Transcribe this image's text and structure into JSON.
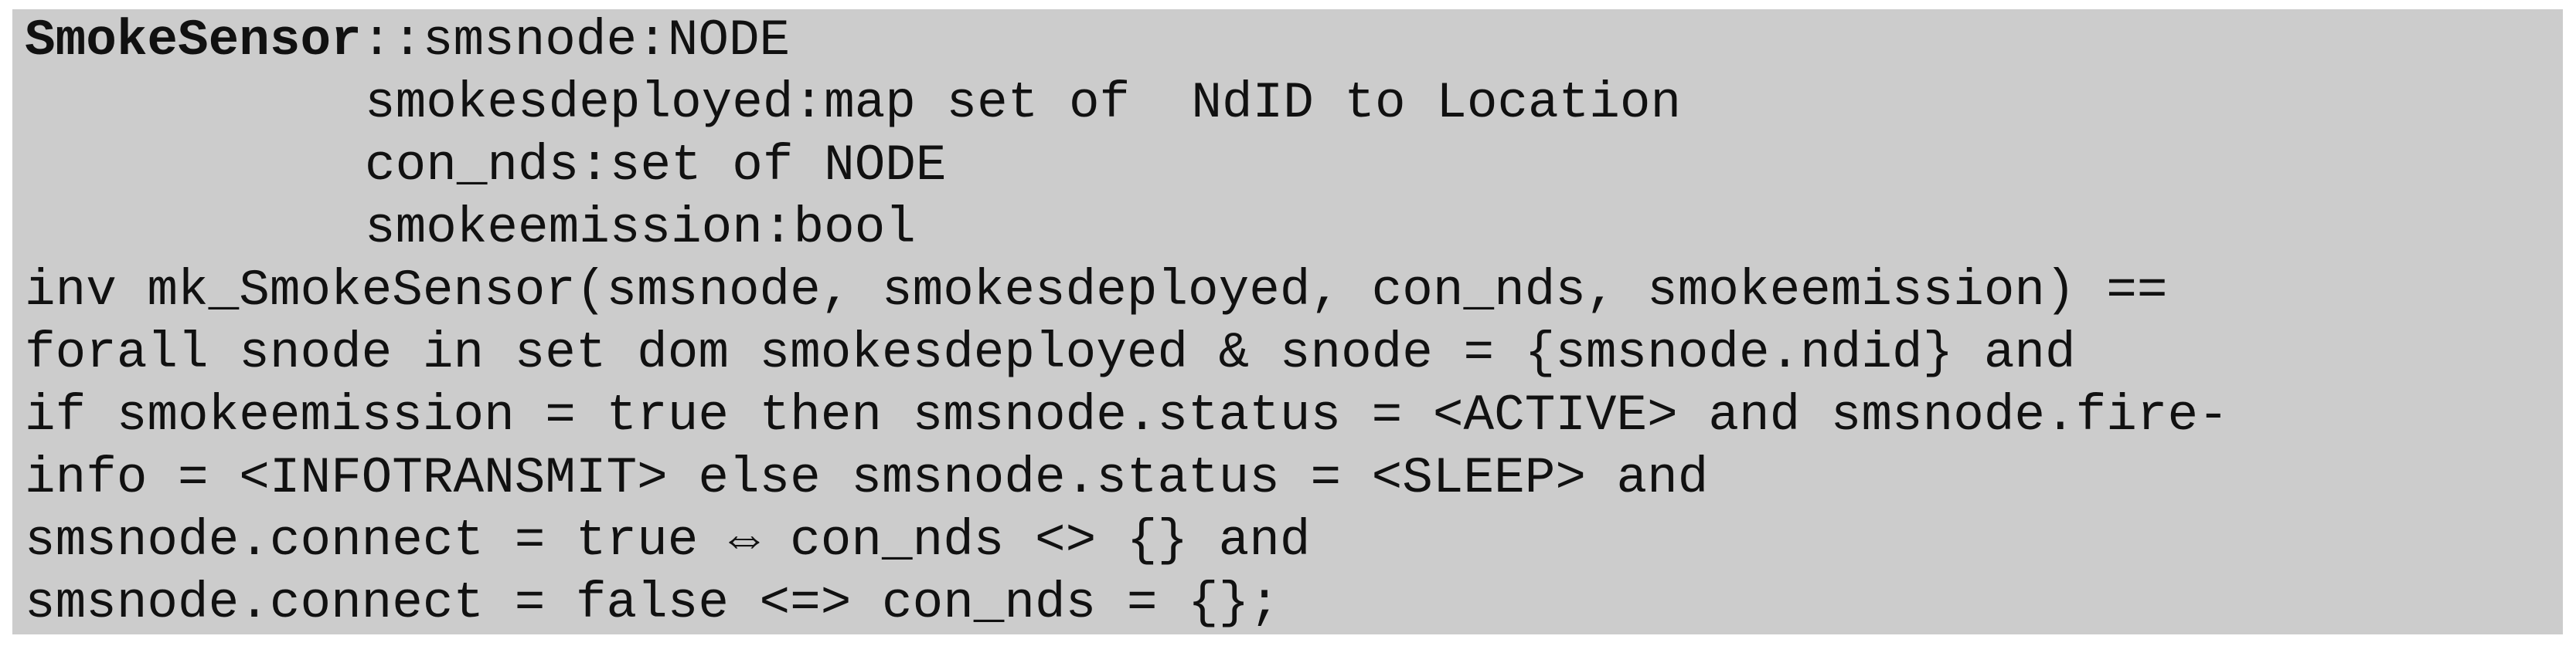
{
  "code": {
    "line1": {
      "bold": "SmokeSensor",
      "rest": "::smsnode:NODE"
    },
    "line2": "smokesdeployed:map set of  NdID to Location",
    "line3": "con_nds:set of NODE",
    "line4": "smokeemission:bool",
    "line5": "inv mk_SmokeSensor(smsnode, smokesdeployed, con_nds, smokeemission) ==",
    "line6": "forall snode in set dom smokesdeployed & snode = {smsnode.ndid} and",
    "line7": "if smokeemission = true then smsnode.status = <ACTIVE> and smsnode.fire-",
    "line8": "info = <INFOTRANSMIT> else smsnode.status = <SLEEP> and",
    "line9": "smsnode.connect = true ⇔ con_nds <> {} and",
    "line10": "smsnode.connect = false <=> con_nds = {};"
  },
  "colors": {
    "background": "#cccccc",
    "text": "#111111"
  }
}
